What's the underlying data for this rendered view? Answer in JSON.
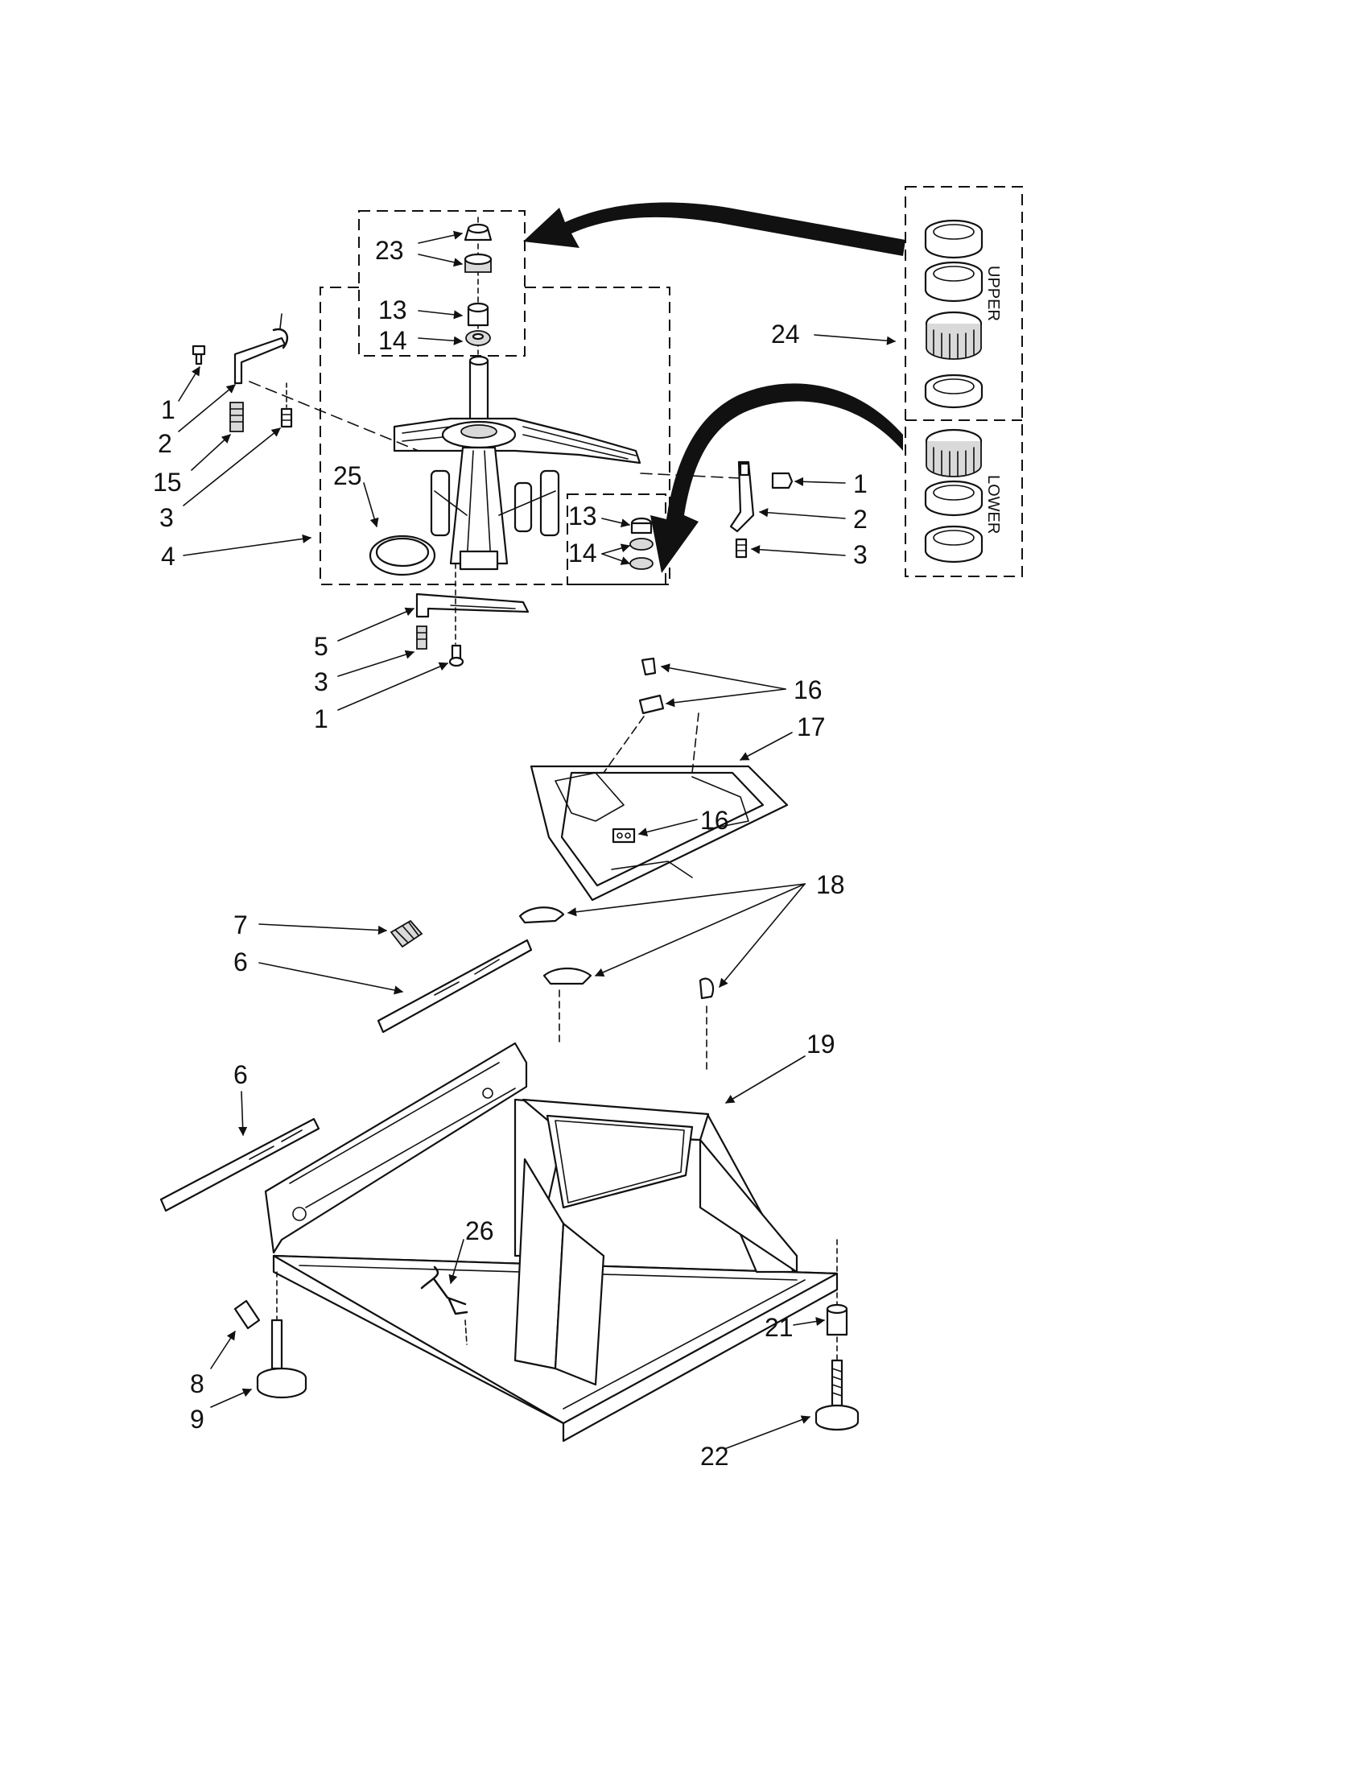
{
  "section_labels": {
    "upper": "UPPER",
    "lower": "LOWER"
  },
  "callouts": [
    {
      "id": "c23",
      "text": "23"
    },
    {
      "id": "c13a",
      "text": "13"
    },
    {
      "id": "c14a",
      "text": "14"
    },
    {
      "id": "c1a",
      "text": "1"
    },
    {
      "id": "c2a",
      "text": "2"
    },
    {
      "id": "c15",
      "text": "15"
    },
    {
      "id": "c3a",
      "text": "3"
    },
    {
      "id": "c4",
      "text": "4"
    },
    {
      "id": "c25",
      "text": "25"
    },
    {
      "id": "c13b",
      "text": "13"
    },
    {
      "id": "c14b",
      "text": "14"
    },
    {
      "id": "c1b",
      "text": "1"
    },
    {
      "id": "c2b",
      "text": "2"
    },
    {
      "id": "c3b",
      "text": "3"
    },
    {
      "id": "c24",
      "text": "24"
    },
    {
      "id": "c5",
      "text": "5"
    },
    {
      "id": "c3c",
      "text": "3"
    },
    {
      "id": "c1c",
      "text": "1"
    },
    {
      "id": "c16a",
      "text": "16"
    },
    {
      "id": "c17",
      "text": "17"
    },
    {
      "id": "c16b",
      "text": "16"
    },
    {
      "id": "c18",
      "text": "18"
    },
    {
      "id": "c7",
      "text": "7"
    },
    {
      "id": "c6a",
      "text": "6"
    },
    {
      "id": "c19",
      "text": "19"
    },
    {
      "id": "c6b",
      "text": "6"
    },
    {
      "id": "c26",
      "text": "26"
    },
    {
      "id": "c21",
      "text": "21"
    },
    {
      "id": "c8",
      "text": "8"
    },
    {
      "id": "c9",
      "text": "9"
    },
    {
      "id": "c22",
      "text": "22"
    }
  ]
}
